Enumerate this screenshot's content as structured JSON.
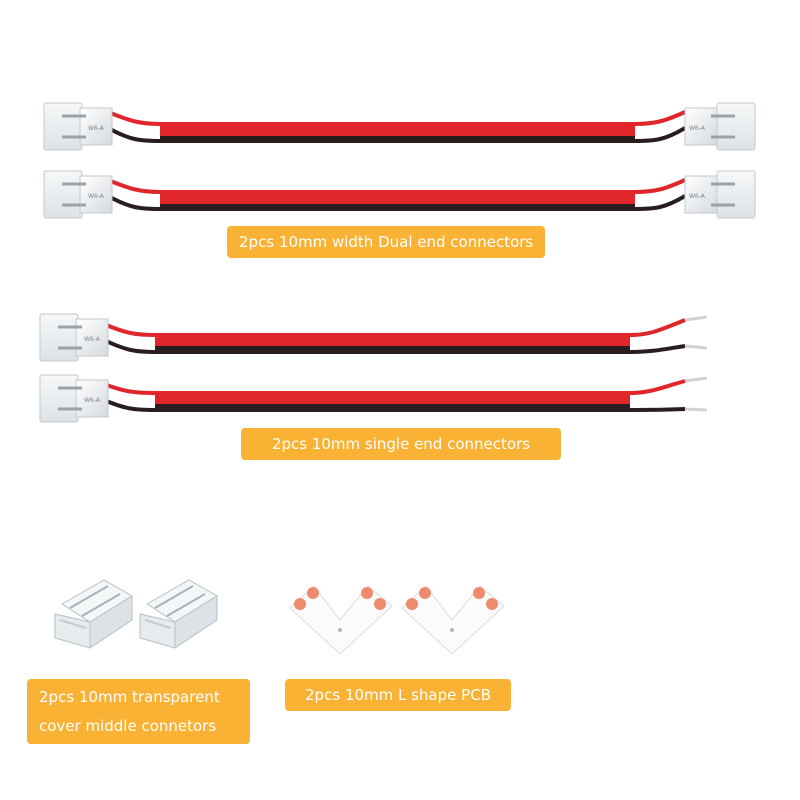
{
  "products": [
    {
      "label": "2pcs 10mm width Dual end connectors"
    },
    {
      "label": "2pcs 10mm single end connectors"
    },
    {
      "label_lines": [
        "2pcs 10mm transparent",
        "cover middle connetors"
      ]
    },
    {
      "label": "2pcs 10mm L shape PCB"
    }
  ],
  "connector_marking": "W6-A",
  "colors": {
    "label_bg": "#f9b233",
    "wire_red": "#e0262b",
    "wire_black": "#2a1d1d",
    "pcb_pad": "#f08a6d",
    "connector_body": "#eef1f3"
  }
}
